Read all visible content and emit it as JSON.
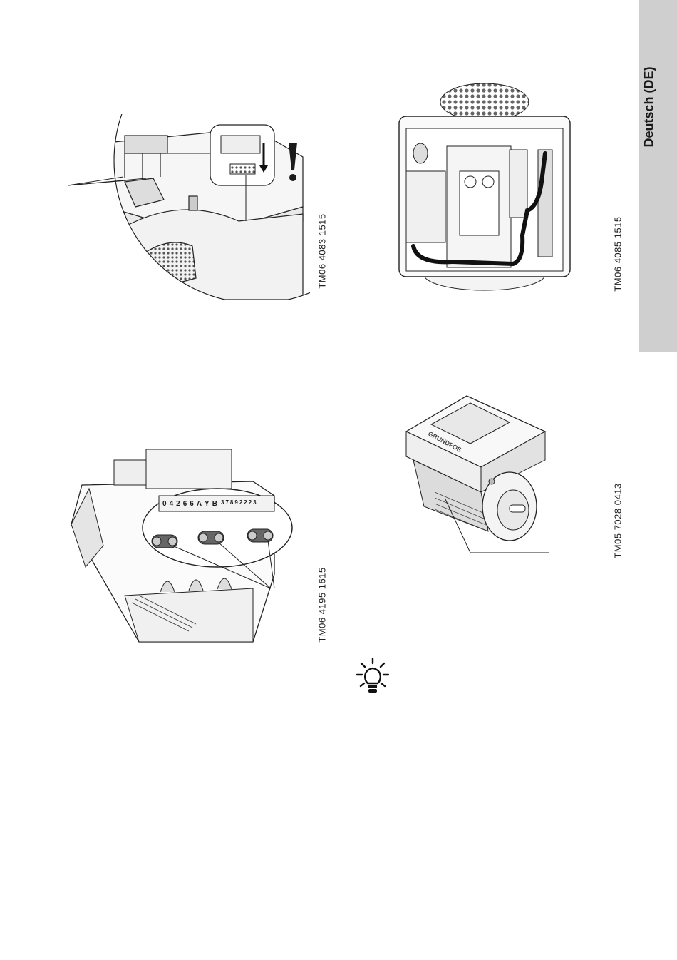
{
  "side_tab": {
    "label": "Deutsch (DE)"
  },
  "figures": [
    {
      "code": "TM06 4083 1515"
    },
    {
      "code": "TM06 4085 1515"
    },
    {
      "code": "TM06 4195 1615"
    },
    {
      "code": "TM05 7028 0413"
    }
  ],
  "terminal_strip": {
    "labels_left": [
      "0",
      "4",
      "2",
      "6",
      "6",
      "A",
      "Y",
      "B"
    ],
    "labels_right": [
      "3",
      "7",
      "8",
      "9",
      "2",
      "2",
      "2",
      "3"
    ]
  },
  "icons": [
    "warning-exclamation-icon",
    "lightbulb-tip-icon"
  ]
}
